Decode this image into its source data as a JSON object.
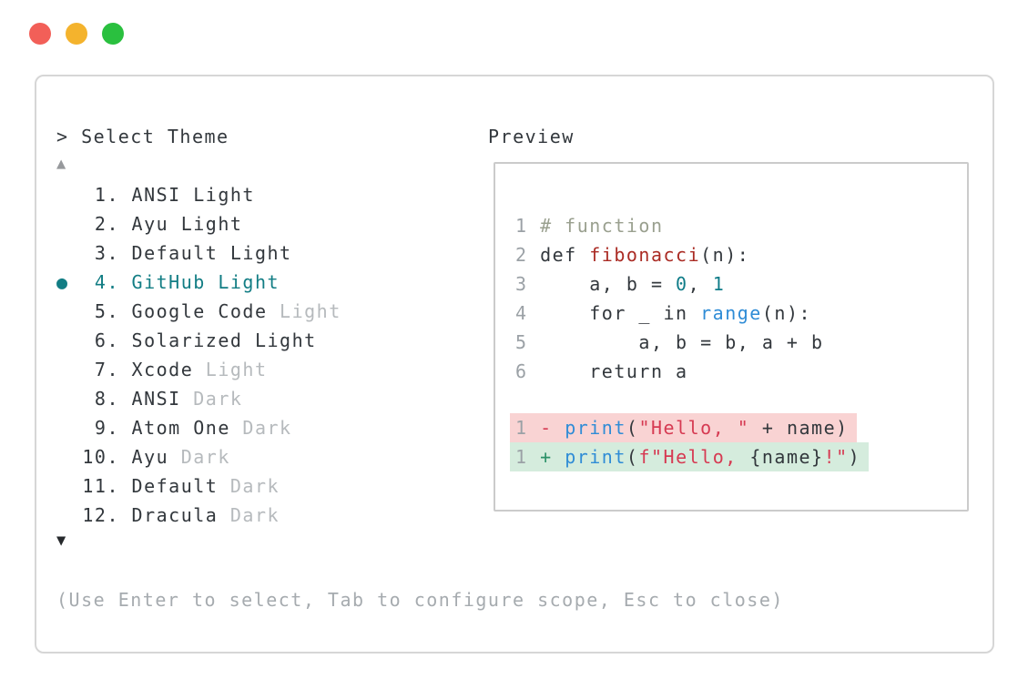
{
  "window": {
    "controls": [
      {
        "name": "close"
      },
      {
        "name": "minimize"
      },
      {
        "name": "maximize"
      }
    ]
  },
  "picker": {
    "title": "> Select Theme",
    "scroll_up_glyph": "▲",
    "scroll_down_glyph": "▼",
    "selected_bullet_glyph": "●",
    "items": [
      {
        "num": "1.",
        "name": "ANSI Light",
        "muted": "",
        "selected": false
      },
      {
        "num": "2.",
        "name": "Ayu Light",
        "muted": "",
        "selected": false
      },
      {
        "num": "3.",
        "name": "Default Light",
        "muted": "",
        "selected": false
      },
      {
        "num": "4.",
        "name": "GitHub Light",
        "muted": "",
        "selected": true
      },
      {
        "num": "5.",
        "name": "Google Code",
        "muted": "Light",
        "selected": false
      },
      {
        "num": "6.",
        "name": "Solarized Light",
        "muted": "",
        "selected": false
      },
      {
        "num": "7.",
        "name": "Xcode",
        "muted": "Light",
        "selected": false
      },
      {
        "num": "8.",
        "name": "ANSI",
        "muted": "Dark",
        "selected": false
      },
      {
        "num": "9.",
        "name": "Atom One",
        "muted": "Dark",
        "selected": false
      },
      {
        "num": "10.",
        "name": "Ayu",
        "muted": "Dark",
        "selected": false
      },
      {
        "num": "11.",
        "name": "Default",
        "muted": "Dark",
        "selected": false
      },
      {
        "num": "12.",
        "name": "Dracula",
        "muted": "Dark",
        "selected": false
      }
    ],
    "hint": "(Use Enter to select, Tab to configure scope, Esc to close)"
  },
  "preview": {
    "title": "Preview",
    "code_lines": [
      [
        {
          "t": "1 ",
          "c": "ln"
        },
        {
          "t": "# function",
          "c": "comment"
        }
      ],
      [
        {
          "t": "2 ",
          "c": "ln"
        },
        {
          "t": "def ",
          "c": "code"
        },
        {
          "t": "fibonacci",
          "c": "func"
        },
        {
          "t": "(n):",
          "c": "code"
        }
      ],
      [
        {
          "t": "3 ",
          "c": "ln"
        },
        {
          "t": "    a, b = ",
          "c": "code"
        },
        {
          "t": "0",
          "c": "num"
        },
        {
          "t": ", ",
          "c": "code"
        },
        {
          "t": "1",
          "c": "num"
        }
      ],
      [
        {
          "t": "4 ",
          "c": "ln"
        },
        {
          "t": "    for _ in ",
          "c": "code"
        },
        {
          "t": "range",
          "c": "blue"
        },
        {
          "t": "(n):",
          "c": "code"
        }
      ],
      [
        {
          "t": "5 ",
          "c": "ln"
        },
        {
          "t": "        a, b = b, a + b",
          "c": "code"
        }
      ],
      [
        {
          "t": "6 ",
          "c": "ln"
        },
        {
          "t": "    return a",
          "c": "code"
        }
      ]
    ],
    "diff_lines": [
      {
        "kind": "removed",
        "tokens": [
          {
            "t": "1 ",
            "c": "ln"
          },
          {
            "t": "- ",
            "c": "minus"
          },
          {
            "t": "print",
            "c": "blue"
          },
          {
            "t": "(",
            "c": "code"
          },
          {
            "t": "\"Hello, \"",
            "c": "str"
          },
          {
            "t": " + name)",
            "c": "code"
          }
        ]
      },
      {
        "kind": "added",
        "tokens": [
          {
            "t": "1 ",
            "c": "ln"
          },
          {
            "t": "+ ",
            "c": "plus"
          },
          {
            "t": "print",
            "c": "blue"
          },
          {
            "t": "(",
            "c": "code"
          },
          {
            "t": "f\"Hello, ",
            "c": "str"
          },
          {
            "t": "{name}",
            "c": "code"
          },
          {
            "t": "!\"",
            "c": "str"
          },
          {
            "t": ")",
            "c": "code"
          }
        ]
      }
    ]
  },
  "colors": {
    "traffic-red": "#f25f58",
    "traffic-yellow": "#f4b32d",
    "traffic-green": "#2ac03f",
    "window-border": "#d6d6d6",
    "panel-border": "#cbcbcb",
    "text-dark": "#33383d",
    "muted": "#b6babd",
    "hint": "#a6abaf",
    "ln": "#9ba1a6",
    "comment": "#9aa08f",
    "func-red": "#aa2b24",
    "string-red": "#d63a52",
    "blue": "#2f8cd6",
    "num-teal": "#0f7c88",
    "selected-teal": "#127d84",
    "plus-green": "#2b9168",
    "removed-bg": "#f9d3d3",
    "added-bg": "#d5ecdd",
    "scroll-up": "#97999c",
    "scroll-down": "#26292c"
  }
}
